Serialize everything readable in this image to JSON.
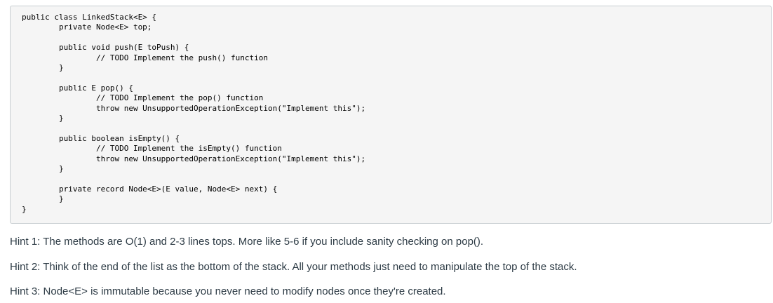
{
  "code_block": {
    "language": "java",
    "lines": [
      "public class LinkedStack<E> {",
      "        private Node<E> top;",
      "",
      "        public void push(E toPush) {",
      "                // TODO Implement the push() function",
      "        }",
      "",
      "        public E pop() {",
      "                // TODO Implement the pop() function",
      "                throw new UnsupportedOperationException(\"Implement this\");",
      "        }",
      "",
      "        public boolean isEmpty() {",
      "                // TODO Implement the isEmpty() function",
      "                throw new UnsupportedOperationException(\"Implement this\");",
      "        }",
      "",
      "        private record Node<E>(E value, Node<E> next) {",
      "        }",
      "}"
    ]
  },
  "hints": [
    "Hint 1: The methods are O(1) and 2-3 lines tops. More like 5-6 if you include sanity checking on pop().",
    "Hint 2: Think of the end of the list as the bottom of the stack. All your methods just need to manipulate the top of the stack.",
    "Hint 3: Node<E> is immutable because you never need to modify nodes once they're created."
  ],
  "colors": {
    "code_bg": "#f5f5f5",
    "code_border": "#c7cdd1",
    "text": "#2d3b45"
  }
}
